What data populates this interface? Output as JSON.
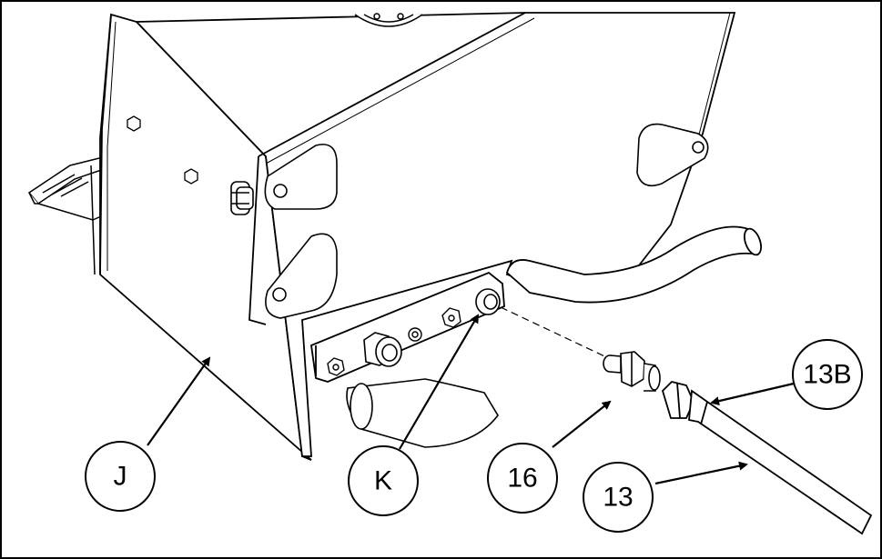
{
  "callouts": {
    "j": {
      "label": "J"
    },
    "k": {
      "label": "K"
    },
    "item_16": {
      "label": "16"
    },
    "item_13": {
      "label": "13"
    },
    "item_13b": {
      "label": "13B"
    }
  },
  "colors": {
    "line": "#000000",
    "fill": "#ffffff",
    "shade": "#f2f2f2"
  }
}
